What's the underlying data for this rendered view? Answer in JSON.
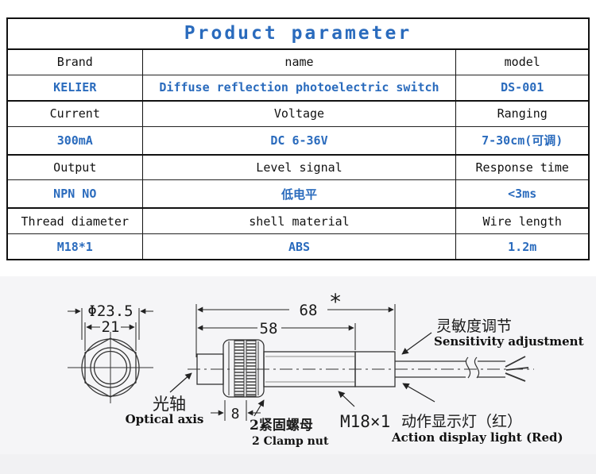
{
  "table": {
    "title": "Product parameter",
    "accent_color": "#2a6bbd",
    "rows": [
      {
        "type": "label",
        "cells": [
          "Brand",
          "name",
          "model"
        ]
      },
      {
        "type": "value",
        "cells": [
          "KELIER",
          "Diffuse reflection photoelectric switch",
          "DS-001"
        ]
      },
      {
        "type": "label",
        "cells": [
          "Current",
          "Voltage",
          "Ranging"
        ]
      },
      {
        "type": "value",
        "cells": [
          "300mA",
          "DC 6-36V",
          "7-30cm(可调)"
        ]
      },
      {
        "type": "label",
        "cells": [
          "Output",
          "Level signal",
          "Response time"
        ]
      },
      {
        "type": "value",
        "cells": [
          "NPN NO",
          "低电平",
          "<3ms"
        ]
      },
      {
        "type": "label",
        "cells": [
          "Thread diameter",
          "shell material",
          "Wire length"
        ]
      },
      {
        "type": "value",
        "cells": [
          "M18*1",
          "ABS",
          "1.2m"
        ]
      }
    ]
  },
  "diagram": {
    "dimensions": {
      "front_diameter": "Φ23.5",
      "front_flats": "21",
      "overall_length": "68",
      "overall_length_note": "*",
      "thread_length": "58",
      "nut_thickness": "8"
    },
    "labels": {
      "optical_axis_cn": "光轴",
      "optical_axis_en": "Optical axis",
      "clamp_nut_cn": "2紧固螺母",
      "clamp_nut_en": "2 Clamp nut",
      "thread_spec": "M18×1",
      "action_light_cn": "动作显示灯（红）",
      "action_light_en": "Action display light (Red)",
      "sensitivity_cn": "灵敏度调节",
      "sensitivity_en": "Sensitivity adjustment"
    }
  }
}
